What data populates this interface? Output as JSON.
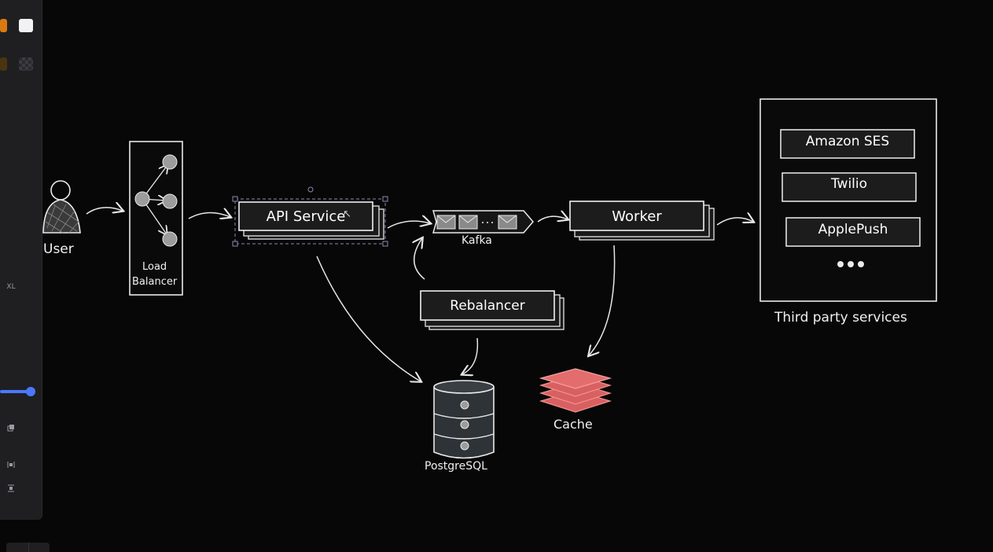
{
  "toolbar": {
    "colors": {
      "orange": "#d97a10",
      "white": "#f2f2f2",
      "dark_brown": "#4a3410"
    },
    "font_size_label": "XL",
    "slider_fraction": 1.0,
    "accent": "#4a78ff"
  },
  "diagram": {
    "user": {
      "label": "User"
    },
    "load_balancer": {
      "label_line1": "Load",
      "label_line2": "Balancer"
    },
    "api_service": {
      "label": "API Service"
    },
    "kafka": {
      "label": "Kafka"
    },
    "worker": {
      "label": "Worker"
    },
    "rebalancer": {
      "label": "Rebalancer"
    },
    "postgres": {
      "label": "PostgreSQL"
    },
    "cache": {
      "label": "Cache",
      "color": "#e36d6d"
    },
    "third_party": {
      "label": "Third party services",
      "items": [
        "Amazon SES",
        "Twilio",
        "ApplePush"
      ]
    }
  }
}
